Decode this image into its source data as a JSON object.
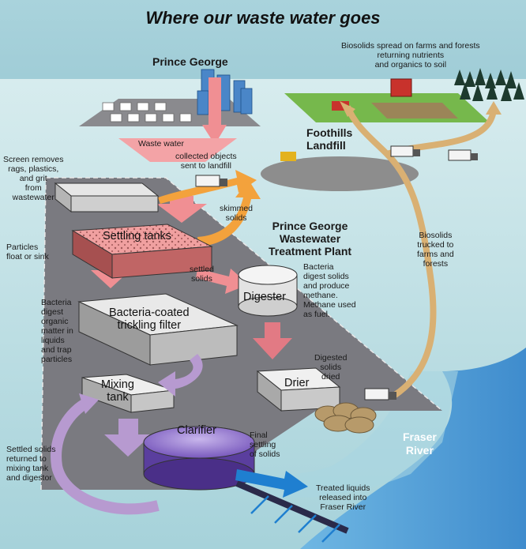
{
  "title": "Where our waste water goes",
  "places": {
    "city": "Prince George",
    "landfill": "Foothills\nLandfill",
    "plant": "Prince George\nWastewater\nTreatment Plant",
    "river": "Fraser\nRiver"
  },
  "units": {
    "settling": "Settling tanks",
    "filter": "Bacteria-coated\ntrickling filter",
    "mixing": "Mixing\ntank",
    "digester": "Digester",
    "drier": "Drier",
    "clarifier": "Clarifier"
  },
  "labels": {
    "waste_water": "Waste water",
    "screen": "Screen removes\nrags, plastics,\nand grit\nfrom\nwastewater",
    "collected": "collected objects\nsent to landfill",
    "skimmed": "skimmed\nsolids",
    "particles": "Particles\nfloat or sink",
    "settled": "settled\nsolids",
    "bacteria_digest": "Bacteria\ndigest\norganic\nmatter in\nliquids\nand trap\nparticles",
    "digester_note": "Bacteria\ndigest solids\nand produce\nmethane.\nMethane used\nas fuel.",
    "digested": "Digested\nsolids\ndried",
    "biosolids_trucked": "Biosolids\ntrucked to\nfarms and\nforests",
    "biosolids_spread": "Biosolids spread on farms and forests\nreturning nutrients\nand organics to soil",
    "final_settling": "Final\nsettling\nof solids",
    "returned": "Settled solids\nreturned to\nmixing tank\nand digestor",
    "treated": "Treated liquids\nreleased into\nFraser River"
  },
  "colors": {
    "sky": "#8fc2d0",
    "land": "#bfe0e4",
    "plant_pad": "#78787d",
    "water": "#4f9fd4",
    "arrow_pink": "#f08f93",
    "arrow_orange": "#f3a23c",
    "arrow_tan": "#d9b073",
    "arrow_purple": "#b79ad0"
  }
}
